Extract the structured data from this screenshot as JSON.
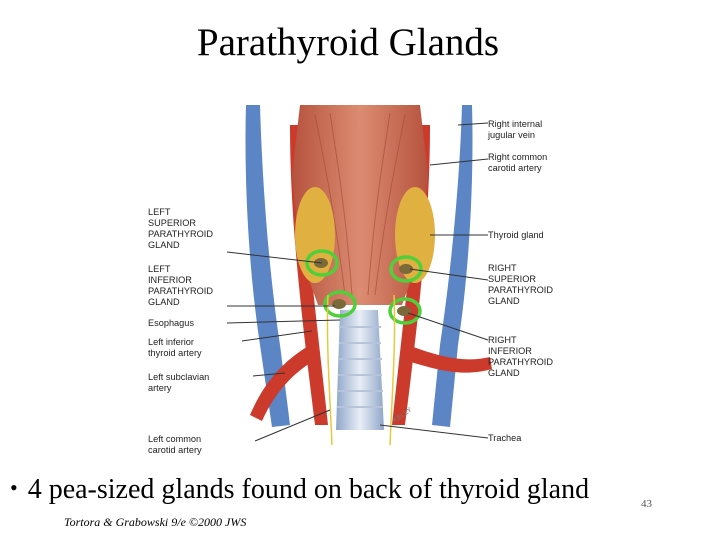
{
  "slide": {
    "title": "Parathyroid Glands",
    "bullet_text": "4 pea-sized glands found on back of thyroid gland",
    "credit": "Tortora & Grabowski 9/e ©2000 JWS",
    "slide_number": "43"
  },
  "figure": {
    "left_labels": [
      "LEFT\nSUPERIOR\nPARATHYROID\nGLAND",
      "LEFT\nINFERIOR\nPARATHYROID\nGLAND",
      "Esophagus",
      "Left inferior\nthyroid artery",
      "Left subclavian\nartery",
      "Left common\ncarotid artery"
    ],
    "right_labels": [
      "Right internal\njugular vein",
      "Right common\ncarotid artery",
      "Thyroid gland",
      "RIGHT\nSUPERIOR\nPARATHYROID\nGLAND",
      "RIGHT\nINFERIOR\nPARATHYROID\nGLAND",
      "Trachea"
    ],
    "artist_signature": "KELLY",
    "highlight_color": "#4fd03a"
  }
}
